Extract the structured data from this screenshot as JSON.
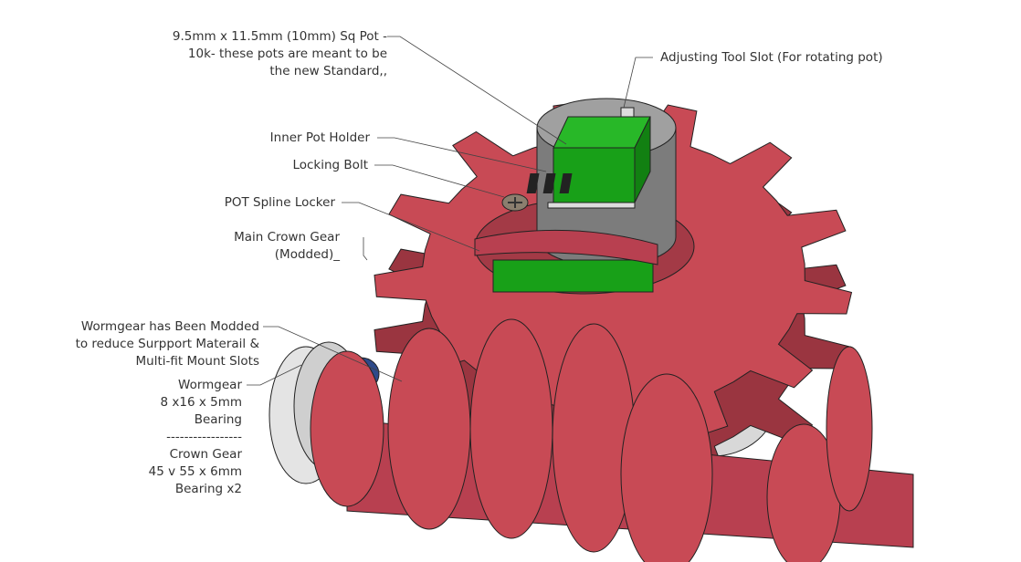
{
  "annotations": {
    "pot": [
      "9.5mm x 11.5mm  (10mm) Sq Pot -",
      "10k- these pots are meant to be",
      "the new Standard,,"
    ],
    "tool_slot": "Adjusting Tool Slot (For rotating pot)",
    "inner_holder": "Inner Pot Holder",
    "locking_bolt": "Locking Bolt",
    "spline_locker": "POT Spline Locker",
    "crown_gear": [
      "Main Crown Gear",
      "(Modded)_"
    ],
    "wormgear_mod": [
      "Wormgear has Been Modded",
      "to reduce Surpport Materail &",
      "Multi-fit Mount Slots"
    ],
    "bearings": [
      "Wormgear",
      "8 x16 x 5mm",
      "Bearing",
      "-----------------",
      "Crown Gear",
      "45 v 55 x 6mm",
      "Bearing x2"
    ]
  },
  "colors": {
    "gear_top": "#c84a55",
    "gear_side": "#9a3540",
    "pot_green": "#1fa01f",
    "holder_gray": "#8a8a8a",
    "bearing_gray": "#d8d8d8"
  }
}
